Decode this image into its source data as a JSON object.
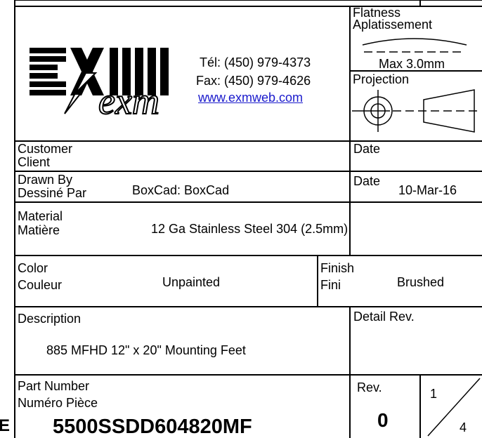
{
  "company": {
    "logo_text": "exm",
    "tel": "Tél: (450) 979-4373",
    "fax": "Fax: (450) 979-4626",
    "website": "www.exmweb.com"
  },
  "flatness": {
    "label_en": "Flatness",
    "label_fr": "Aplatissement",
    "value": "Max 3.0mm"
  },
  "projection": {
    "label": "Projection"
  },
  "customer": {
    "label_en": "Customer",
    "label_fr": "Client",
    "value": ""
  },
  "date1": {
    "label": "Date",
    "value": ""
  },
  "drawn_by": {
    "label_en": "Drawn By",
    "label_fr": "Dessiné Par",
    "value": "BoxCad: BoxCad"
  },
  "date2": {
    "label": "Date",
    "value": "10-Mar-16"
  },
  "material": {
    "label_en": "Material",
    "label_fr": "Matière",
    "value": "12 Ga Stainless Steel 304 (2.5mm)"
  },
  "color": {
    "label_en": "Color",
    "label_fr": "Couleur",
    "value": "Unpainted"
  },
  "finish": {
    "label_en": "Finish",
    "label_fr": "Fini",
    "value": "Brushed"
  },
  "description": {
    "label": "Description",
    "value": "885 MFHD 12\" x 20\" Mounting Feet"
  },
  "detail_rev": {
    "label": "Detail Rev."
  },
  "part_number": {
    "label_en": "Part Number",
    "label_fr": "Numéro Pièce",
    "value": "5500SSDD604820MF",
    "edge_letter": "E"
  },
  "rev": {
    "label": "Rev.",
    "value": "0"
  },
  "sheet": {
    "current": "1",
    "total": "4"
  }
}
